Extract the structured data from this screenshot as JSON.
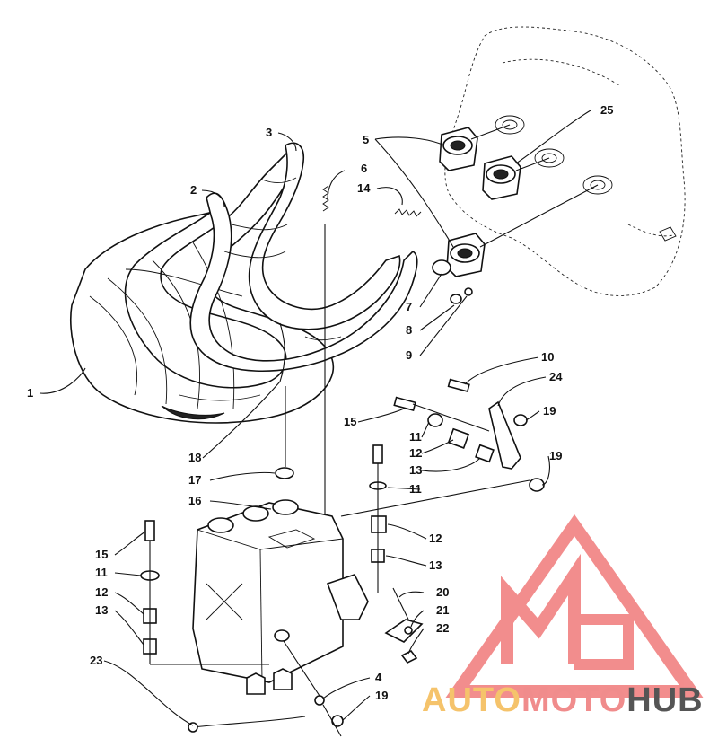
{
  "diagram": {
    "callouts": {
      "c1": "1",
      "c2": "2",
      "c3": "3",
      "c4": "4",
      "c5": "5",
      "c6": "6",
      "c7": "7",
      "c8": "8",
      "c9": "9",
      "c10": "10",
      "c11a": "11",
      "c11b": "11",
      "c11c": "11",
      "c12a": "12",
      "c12b": "12",
      "c12c": "12",
      "c13a": "13",
      "c13b": "13",
      "c13c": "13",
      "c14": "14",
      "c15a": "15",
      "c15b": "15",
      "c16": "16",
      "c17": "17",
      "c18": "18",
      "c19a": "19",
      "c19b": "19",
      "c19c": "19",
      "c20": "20",
      "c21": "21",
      "c22": "22",
      "c23": "23",
      "c24": "24",
      "c25": "25"
    }
  },
  "watermark": {
    "part1": "AUTO",
    "part2": "MOTO",
    "part3": "HUB",
    "colors": {
      "auto": "#f5c36b",
      "moto": "#f08c8c",
      "hub": "#555555",
      "logo": "#f07a7a"
    }
  }
}
